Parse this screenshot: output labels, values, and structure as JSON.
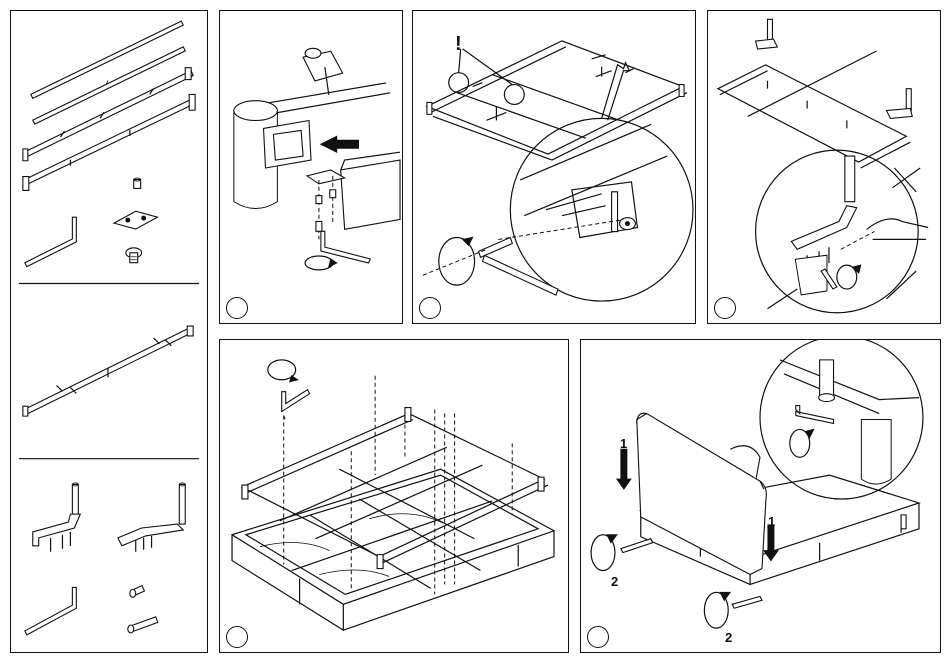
{
  "page": {
    "background": "#ffffff",
    "line_color": "#111111"
  },
  "parts_panel": {
    "sections": [
      {
        "name": "side-rails-and-hardware",
        "parts": [
          "rail",
          "rail",
          "rail-with-brackets",
          "rail-with-feet",
          "hex-key",
          "bolt",
          "bracket-plate",
          "screw"
        ]
      },
      {
        "name": "center-rail",
        "parts": [
          "center-rail"
        ]
      },
      {
        "name": "headboard-brackets",
        "parts": [
          "bracket-left",
          "bracket-right",
          "hex-key",
          "bolt",
          "long-bolt"
        ]
      }
    ]
  },
  "steps": [
    {
      "id": "step-1",
      "icons": [
        "arrow-icon",
        "rotate-icon"
      ]
    },
    {
      "id": "step-2",
      "callout": "!",
      "icons": [
        "rotate-icon",
        "magnify-callout"
      ]
    },
    {
      "id": "step-3",
      "icons": [
        "cross-out-icon",
        "rotate-icon",
        "hand-icon"
      ]
    },
    {
      "id": "step-4",
      "icons": [
        "rotate-icon"
      ]
    },
    {
      "id": "step-5",
      "labels": [
        "1",
        "2",
        "1",
        "2"
      ],
      "icons": [
        "rotate-icon",
        "rotate-icon",
        "rotate-icon"
      ]
    }
  ]
}
